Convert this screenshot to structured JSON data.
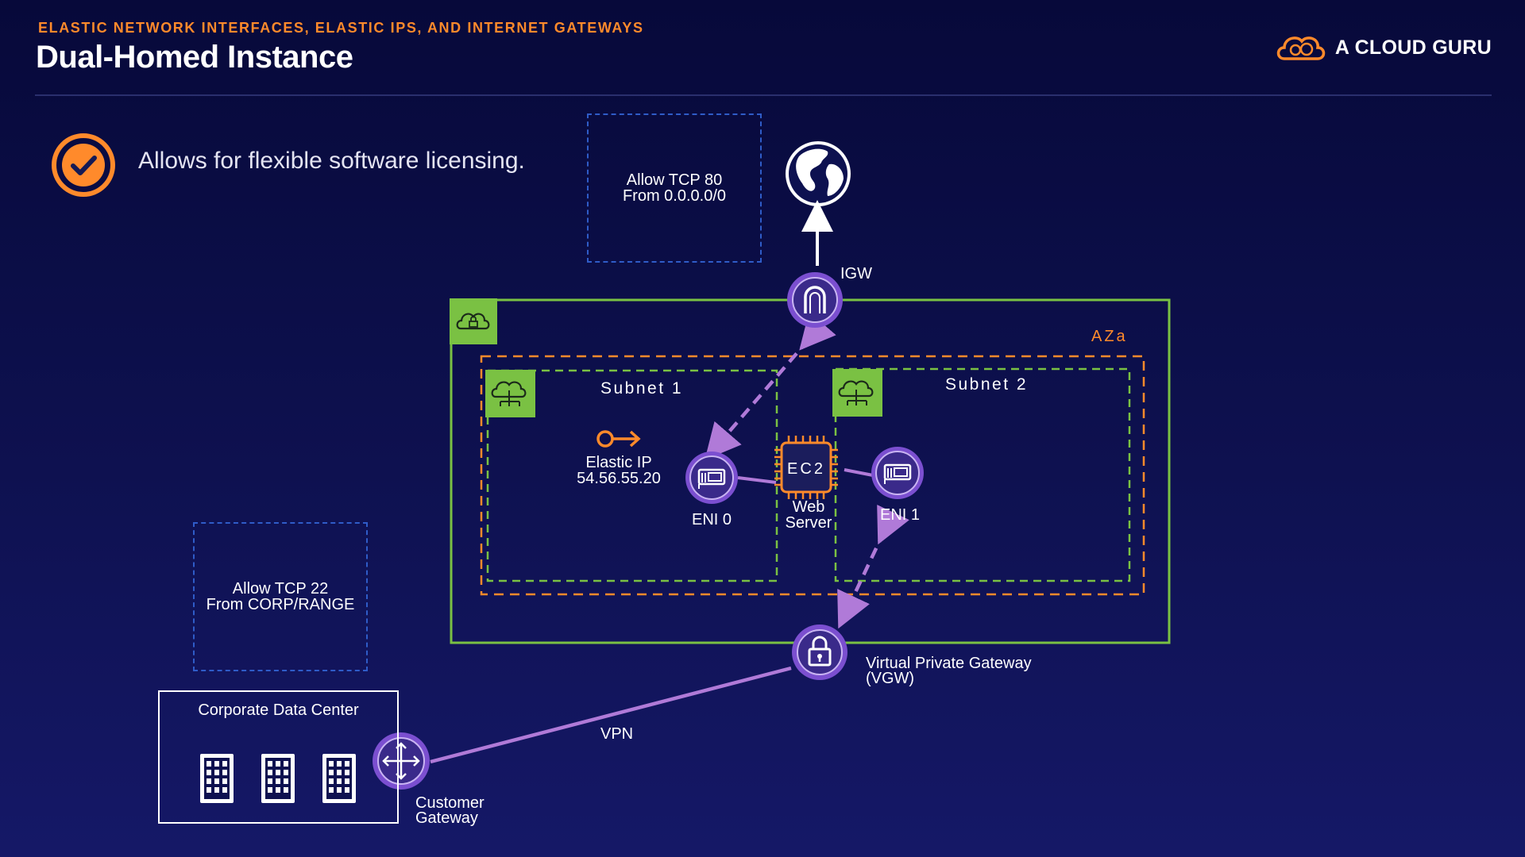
{
  "header": {
    "subtitle": "ELASTIC NETWORK INTERFACES, ELASTIC IPS, AND INTERNET GATEWAYS",
    "title": "Dual-Homed Instance",
    "brand": "A CLOUD GURU"
  },
  "bullet": {
    "icon": "check-circle-icon",
    "text": "Allows for flexible software licensing."
  },
  "diagram": {
    "nacl_top": [
      "Allow TCP 80",
      "From 0.0.0.0/0"
    ],
    "nacl_left": [
      "Allow TCP 22",
      "From CORP/RANGE"
    ],
    "igw_label": "IGW",
    "az_label": "AZa",
    "subnet1_label": "Subnet 1",
    "subnet2_label": "Subnet 2",
    "elastic_ip_title": "Elastic IP",
    "elastic_ip_value": "54.56.55.20",
    "eni0_label": "ENI 0",
    "eni1_label": "ENI 1",
    "ec2_chip_text": "EC2",
    "web_server": [
      "Web",
      "Server"
    ],
    "vgw_label": [
      "Virtual Private Gateway",
      "(VGW)"
    ],
    "vpn_label": "VPN",
    "corp_dc_label": "Corporate Data Center",
    "customer_gateway": [
      "Customer",
      "Gateway"
    ]
  },
  "colors": {
    "accent_orange": "#ff8a2b",
    "vpc_green": "#7ac143",
    "connector_purple": "#b07ad8",
    "icon_purple": "#7b4fd0",
    "nacl_blue": "#2f5cc8"
  }
}
